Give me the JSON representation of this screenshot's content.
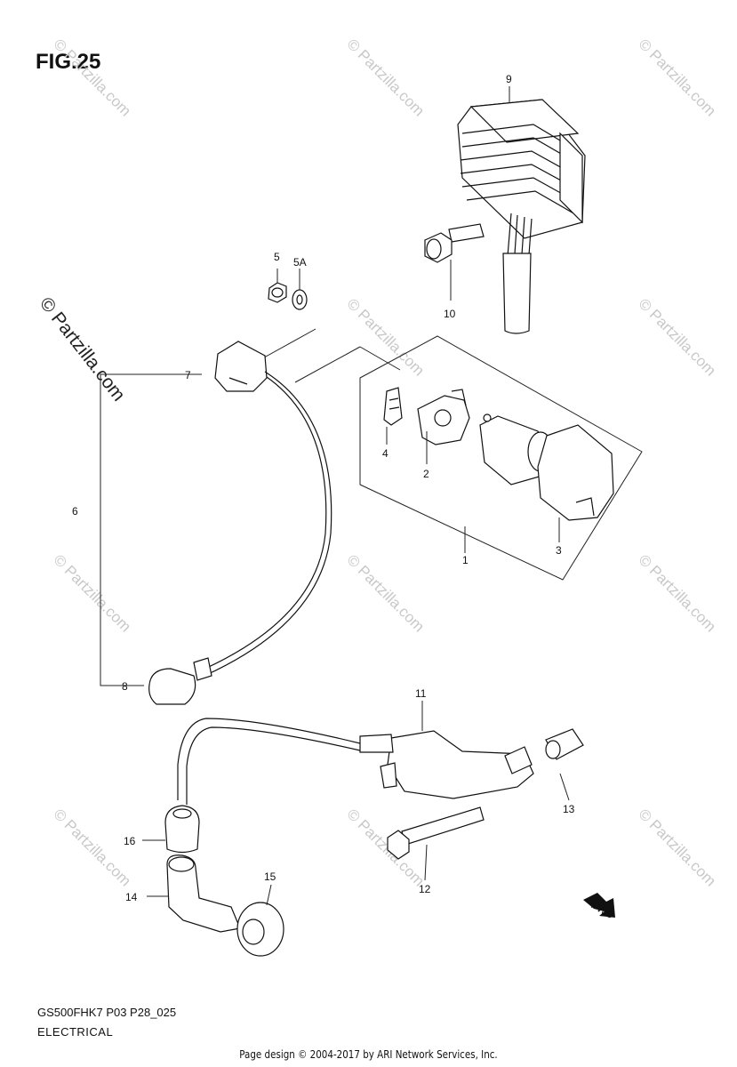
{
  "figure": {
    "title": "FIG.25",
    "model_code": "GS500FHK7 P03 P28_025",
    "section_label": "ELECTRICAL"
  },
  "callouts": [
    "9",
    "5",
    "5A",
    "10",
    "7",
    "1",
    "4",
    "2",
    "6",
    "3",
    "8",
    "11",
    "13",
    "16",
    "12",
    "14",
    "15"
  ],
  "watermark": {
    "small": "© Partzilla.com",
    "large": "© Partzilla.com"
  },
  "fwd_label": "FWD",
  "footer": "Page design © 2004-2017 by ARI Network Services, Inc."
}
